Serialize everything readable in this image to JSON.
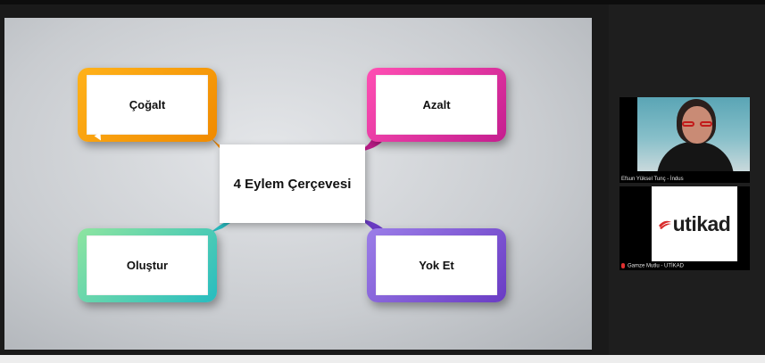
{
  "slide": {
    "center_title": "4 Eylem Çerçevesi",
    "boxes": {
      "top_left": "Çoğalt",
      "top_right": "Azalt",
      "bottom_left": "Oluştur",
      "bottom_right": "Yok Et"
    },
    "colors": {
      "top_left": "#f5a000",
      "top_right": "#e0309f",
      "bottom_left": "#3cc7b8",
      "bottom_right": "#7b52d6"
    }
  },
  "participants": [
    {
      "name": "Efsun Yüksel Tunç - İndus",
      "type": "video"
    },
    {
      "name": "Gamze Mutlu - UTİKAD",
      "type": "logo",
      "logo_text": "utikad",
      "muted": true,
      "mic_icon": "mic-muted-icon"
    }
  ]
}
